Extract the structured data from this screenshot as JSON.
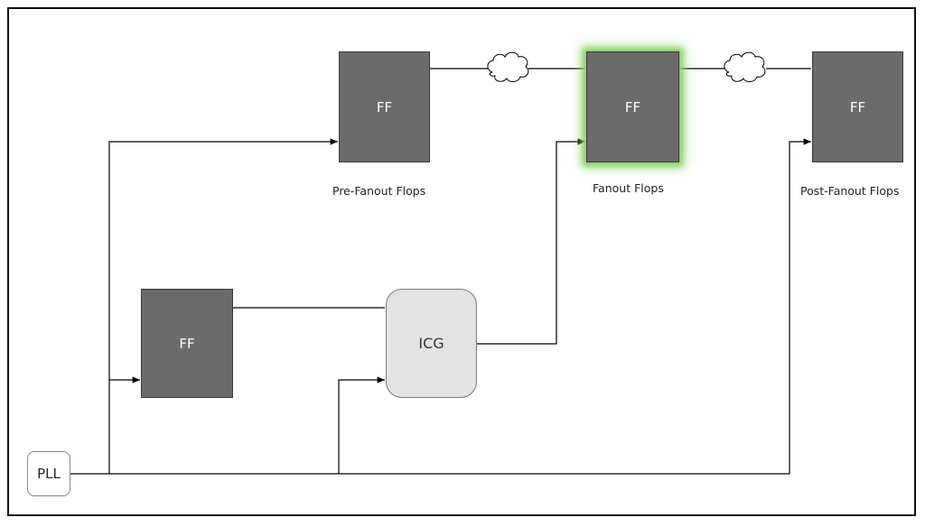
{
  "blocks": {
    "ff_pre": "FF",
    "ff_fanout": "FF",
    "ff_post": "FF",
    "ff_gate": "FF",
    "icg": "ICG",
    "pll": "PLL"
  },
  "captions": {
    "pre_fanout": "Pre-Fanout Flops",
    "fanout": "Fanout Flops",
    "post_fanout": "Post-Fanout Flops"
  },
  "colors": {
    "flop_fill": "#6b6b6b",
    "icg_fill": "#e3e3e3",
    "highlight_glow": "#8fd16a",
    "wire": "#000000"
  },
  "icons": {
    "logic_cloud": "cloud-icon"
  }
}
